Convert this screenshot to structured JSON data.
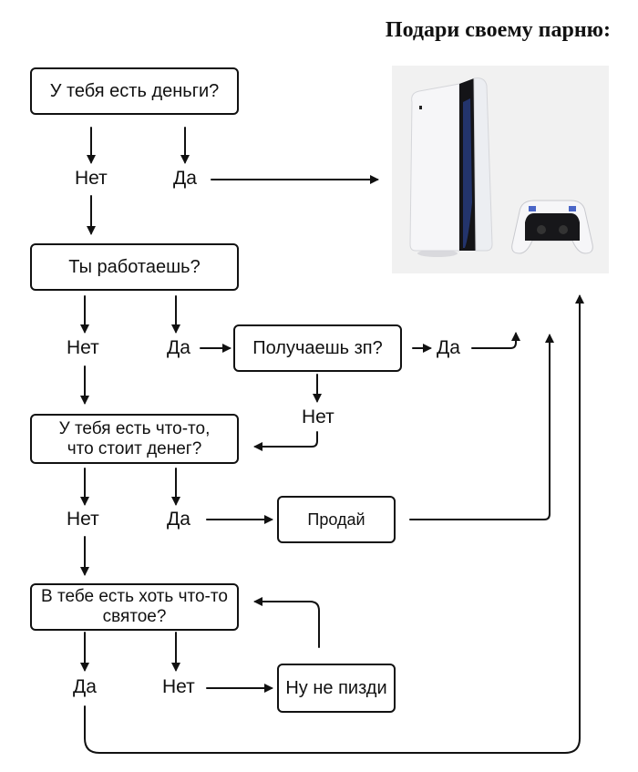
{
  "title": "Подари своему парню:",
  "nodes": {
    "q_money": "У тебя есть деньги?",
    "q_work": "Ты работаешь?",
    "q_salary": "Получаешь зп?",
    "q_valuable": "У тебя есть что-то,\nчто стоит денег?",
    "q_holy": "В тебе есть хоть что-то\nсвятое?",
    "a_sell": "Продай",
    "a_liar": "Ну не пизди"
  },
  "labels": {
    "no1": "Нет",
    "yes1": "Да",
    "no2": "Нет",
    "yes2": "Да",
    "yes_salary": "Да",
    "no_salary": "Нет",
    "no3": "Нет",
    "yes3": "Да",
    "yes4": "Да",
    "no4": "Нет"
  },
  "product": {
    "depicts": [
      "game-console",
      "gamepad"
    ],
    "console_color": "#f4f5f7",
    "accent_color": "#111111"
  }
}
